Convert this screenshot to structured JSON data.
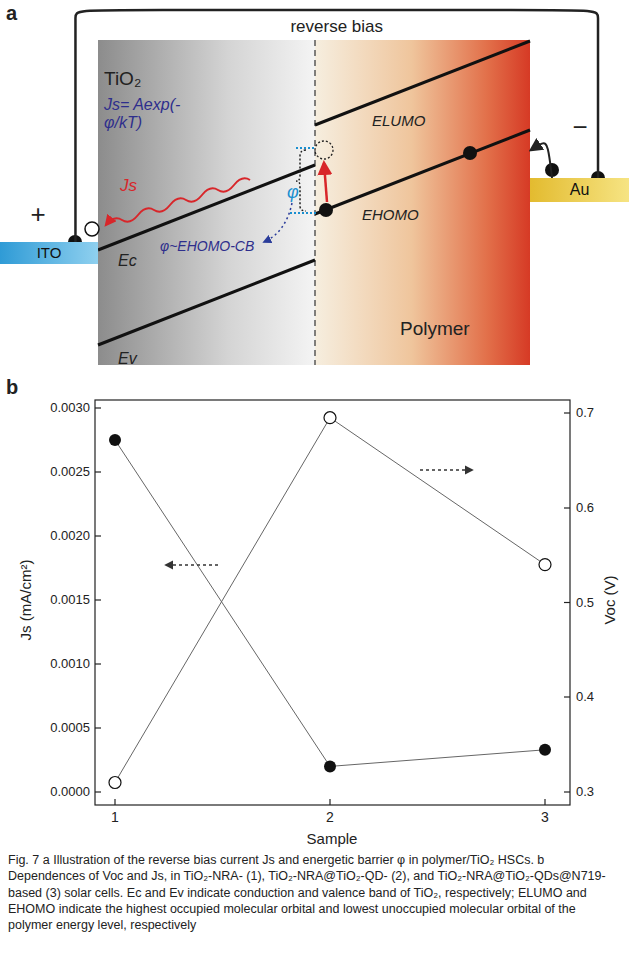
{
  "diagram": {
    "caption": "Fig. 7 a Illustration of the reverse bias current Js and energetic barrier φ in polymer/TiO₂ HSCs. b Dependences of Voc and Js, in TiO₂-NRA- (1), TiO₂-NRA@TiO₂-QD- (2), and TiO₂-NRA@TiO₂-QDs@N719-based (3) solar cells. Ec and Ev indicate conduction and valence band of TiO₂, respectively; ELUMO and EHOMO indicate the highest occupied molecular orbital and lowest unoccupied molecular orbital of the polymer energy level, respectively",
    "nodes": [
      {
        "text": [
          "TiO₂",
          "Js= Aexp(-φ/kT)",
          "Js",
          "φ",
          "φ~EHOMO-CB",
          "Ec",
          "Ev"
        ]
      },
      {
        "text": [
          "ELUMO",
          "EHOMO",
          "Polymer"
        ]
      },
      {
        "text": [
          "ITO"
        ]
      },
      {
        "text": [
          "Au"
        ]
      }
    ],
    "edges": [
      {
        "from": 2,
        "to": 3,
        "label": "reverse bias",
        "arrow": "none"
      },
      {
        "from": 3,
        "to": 1,
        "arrow": "to"
      }
    ],
    "labels": [
      "a",
      "+",
      "−",
      "b",
      "0.0000",
      "0.0005",
      "0.0010",
      "0.0015",
      "0.0020",
      "0.0025",
      "0.0030",
      "Js (mA/cm²)",
      "0.3",
      "0.4",
      "0.5",
      "0.6",
      "0.7",
      "Voc (V)",
      "1",
      "2",
      "3",
      "Sample"
    ]
  }
}
